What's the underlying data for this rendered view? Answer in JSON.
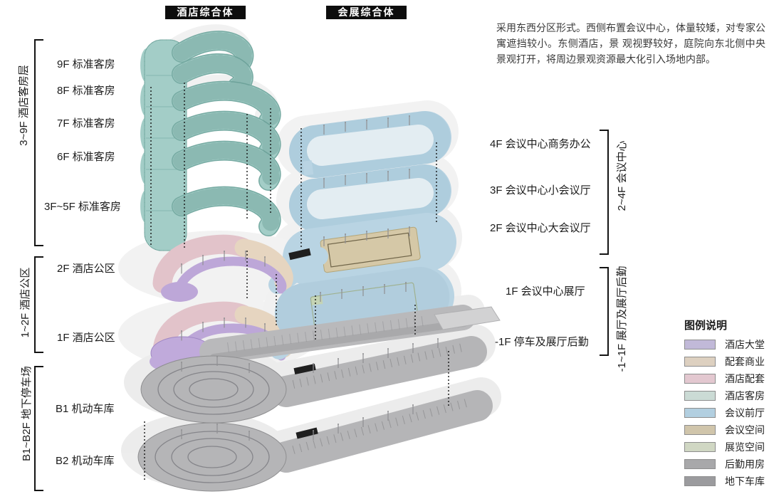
{
  "header": {
    "tags": [
      {
        "label": "酒店综合体"
      },
      {
        "label": "会展综合体"
      }
    ]
  },
  "description": {
    "text": "采用东西分区形式。西侧布置会议中心，体量较矮，对专家公寓遮挡较小。东侧酒店，景 观视野较好，庭院向东北侧中央景观打开，将周边景观资源最大化引入场地内部。"
  },
  "left_annotations": {
    "groups": [
      {
        "label": "3~9F 酒店客房层",
        "items": [
          {
            "text": "9F 标准客房"
          },
          {
            "text": "8F 标准客房"
          },
          {
            "text": "7F 标准客房"
          },
          {
            "text": "6F 标准客房"
          },
          {
            "text": "3F~5F 标准客房"
          }
        ]
      },
      {
        "label": "1~2F 酒店公区",
        "items": [
          {
            "text": "2F 酒店公区"
          },
          {
            "text": "1F 酒店公区"
          }
        ]
      },
      {
        "label": "B1~B2F 地下停车场",
        "items": [
          {
            "text": "B1 机动车库"
          },
          {
            "text": "B2 机动车库"
          }
        ]
      }
    ]
  },
  "right_annotations": {
    "groups": [
      {
        "label": "2~4F 会议中心",
        "items": [
          {
            "text": "4F 会议中心商务办公"
          },
          {
            "text": "3F 会议中心小会议厅"
          },
          {
            "text": "2F 会议中心大会议厅"
          }
        ]
      },
      {
        "label": "-1~1F 展厅及展厅后勤",
        "items": [
          {
            "text": "1F 会议中心展厅"
          },
          {
            "text": "-1F 停车及展厅后勤"
          }
        ]
      }
    ]
  },
  "legend": {
    "title": "图例说明",
    "items": [
      {
        "label": "酒店大堂",
        "color": "#c1b9d8"
      },
      {
        "label": "配套商业",
        "color": "#ddd0c0"
      },
      {
        "label": "酒店配套",
        "color": "#e3c8d0"
      },
      {
        "label": "酒店客房",
        "color": "#cbdbd5"
      },
      {
        "label": "会议前厅",
        "color": "#b2cfe0"
      },
      {
        "label": "会议空间",
        "color": "#d0c5ab"
      },
      {
        "label": "展览空间",
        "color": "#d0d7c3"
      },
      {
        "label": "后勤用房",
        "color": "#a8a8aa"
      },
      {
        "label": "地下车库",
        "color": "#9b9b9e"
      }
    ]
  }
}
